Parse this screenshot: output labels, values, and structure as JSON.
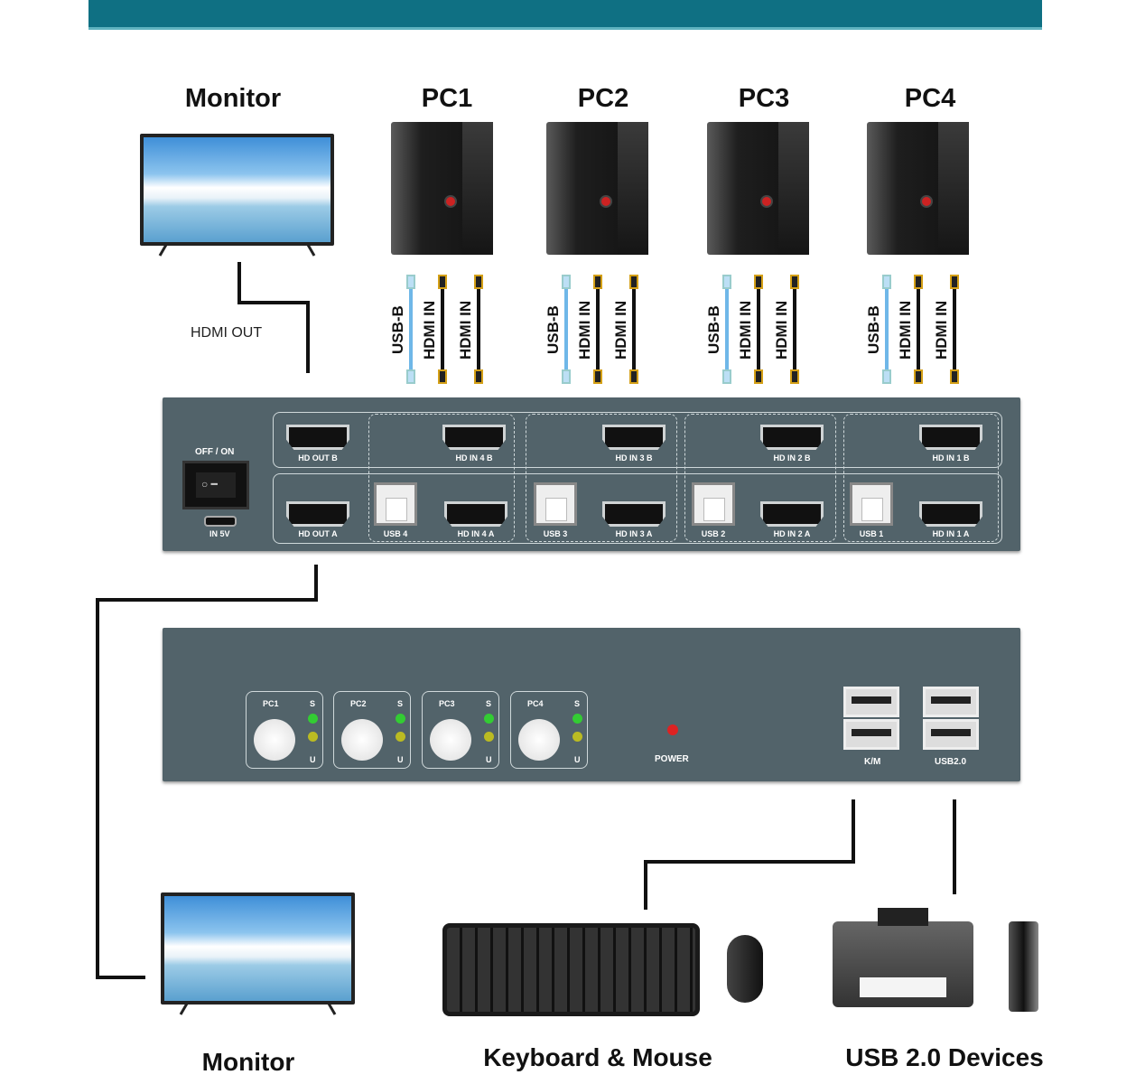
{
  "top_labels": {
    "monitor": "Monitor",
    "pcs": [
      "PC1",
      "PC2",
      "PC3",
      "PC4"
    ]
  },
  "pc_cables": {
    "usb": "USB-B",
    "hdmi": "HDMI IN"
  },
  "hdmi_out_label": "HDMI OUT",
  "back_panel": {
    "switch_label": "OFF / ON",
    "power_in": "IN 5V",
    "top_ports": [
      "HD OUT B",
      "HD IN 4 B",
      "HD IN 3 B",
      "HD IN 2 B",
      "HD IN 1 B"
    ],
    "bottom_ports": [
      {
        "type": "hdmi",
        "label": "HD OUT A"
      },
      {
        "type": "usb",
        "label": "USB 4"
      },
      {
        "type": "hdmi",
        "label": "HD IN 4 A"
      },
      {
        "type": "usb",
        "label": "USB 3"
      },
      {
        "type": "hdmi",
        "label": "HD IN 3 A"
      },
      {
        "type": "usb",
        "label": "USB 2"
      },
      {
        "type": "hdmi",
        "label": "HD IN 2 A"
      },
      {
        "type": "usb",
        "label": "USB 1"
      },
      {
        "type": "hdmi",
        "label": "HD IN 1 A"
      }
    ]
  },
  "front_panel": {
    "buttons": [
      "PC1",
      "PC2",
      "PC3",
      "PC4"
    ],
    "led_s": "S",
    "led_u": "U",
    "power": "POWER",
    "km": "K/M",
    "usb2": "USB2.0"
  },
  "bottom_labels": {
    "monitor": "Monitor",
    "keyboard_mouse": "Keyboard & Mouse",
    "usb_devices": "USB 2.0 Devices"
  },
  "colors": {
    "banner": "#0f7083",
    "panel": "#52636a",
    "usb_cable": "#6fb7e8",
    "led_s": "#3c3",
    "led_u": "#bb2",
    "power_led": "#d22"
  }
}
